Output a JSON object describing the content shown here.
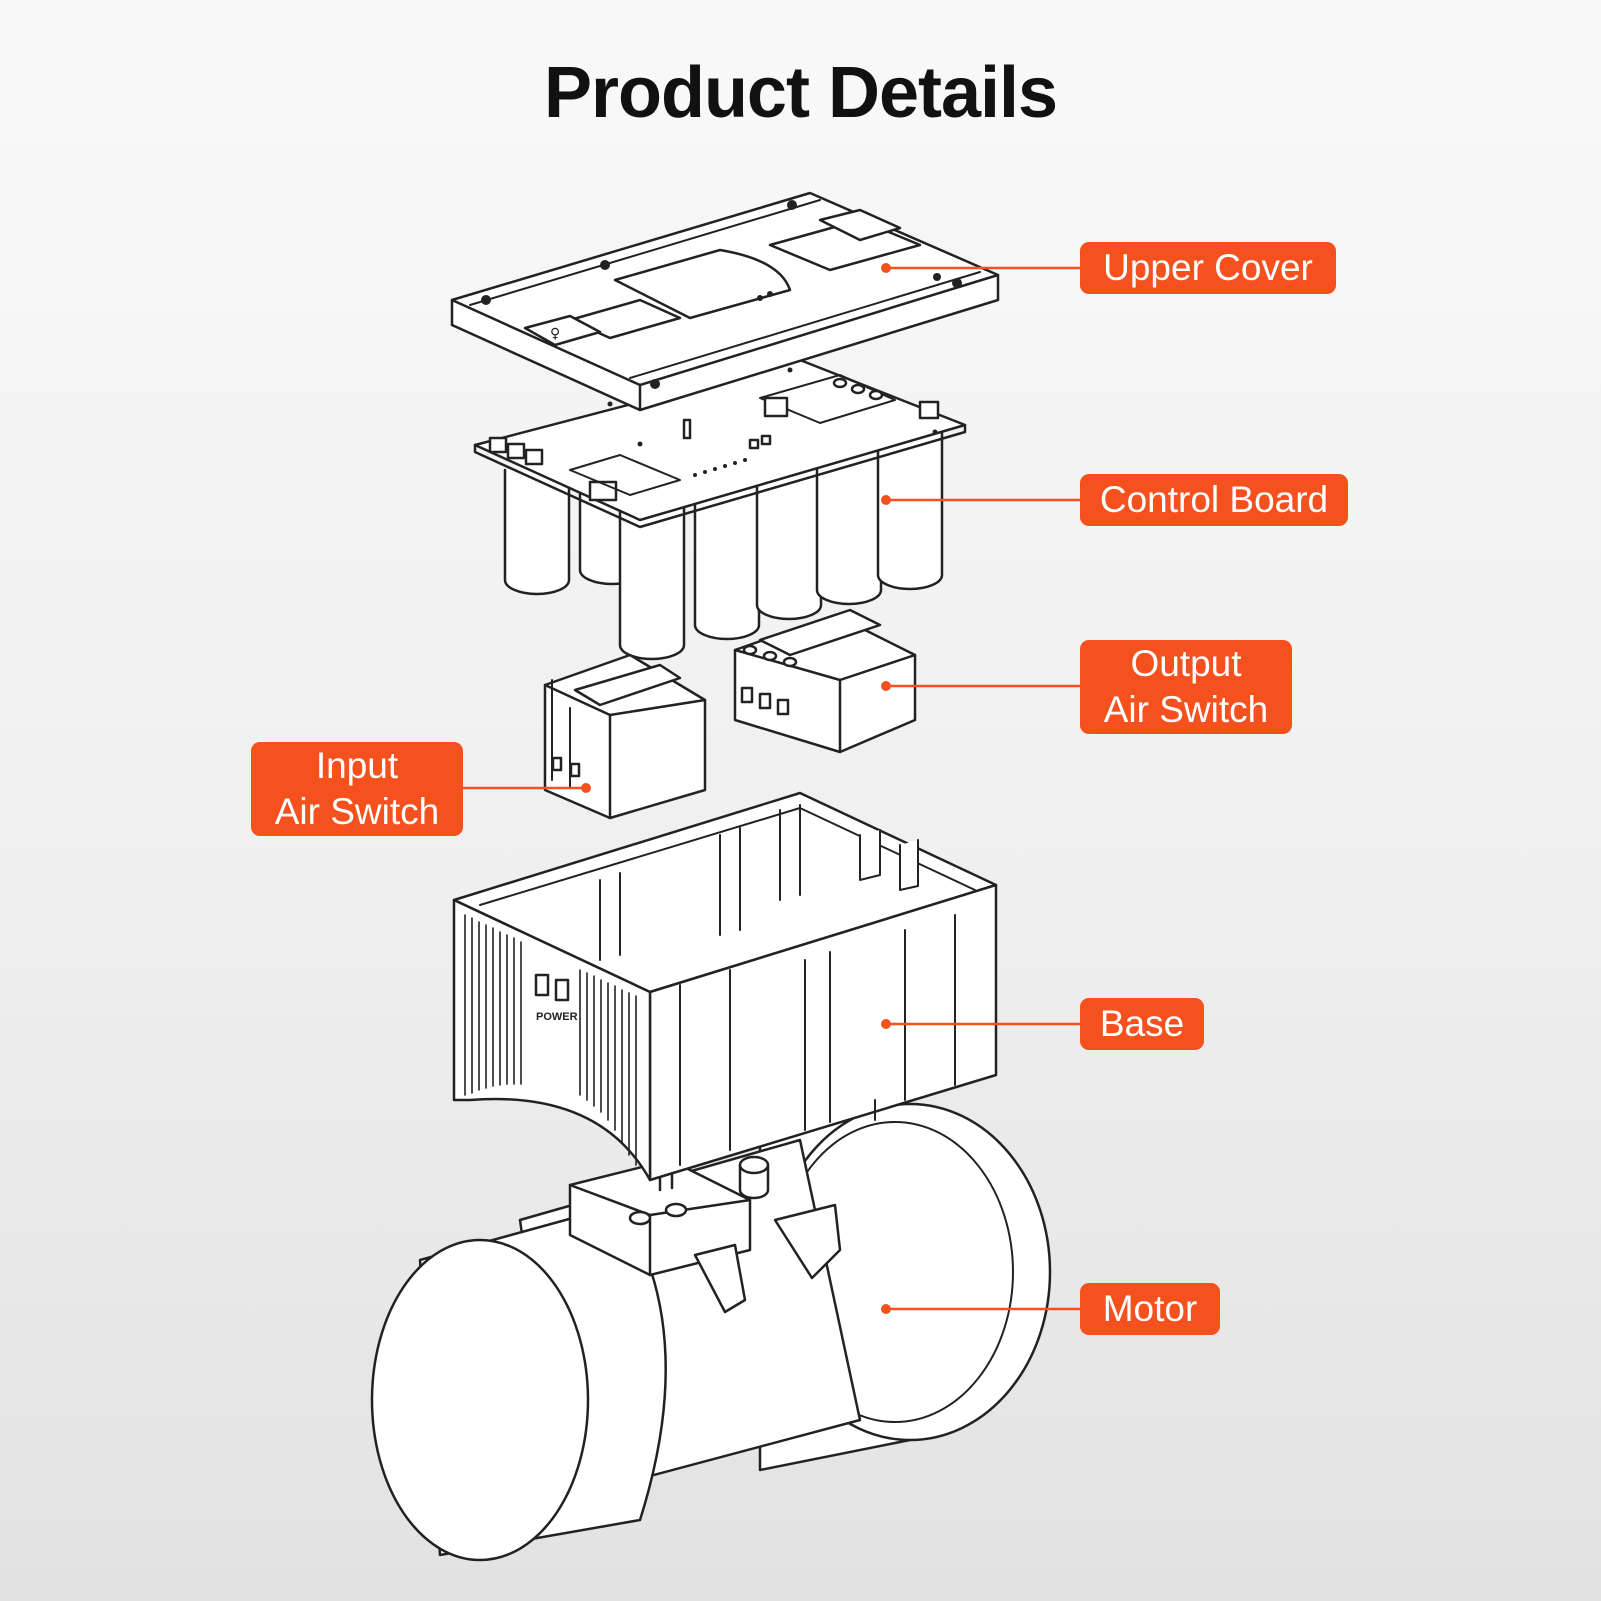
{
  "title": "Product Details",
  "accent_color": "#f4511e",
  "line_color": "#222222",
  "power_marking": "POWER",
  "callouts": {
    "upper_cover": "Upper Cover",
    "control_board": "Control Board",
    "output_air_switch": "Output\nAir Switch",
    "input_air_switch": "Input\nAir Switch",
    "base": "Base",
    "motor": "Motor"
  }
}
